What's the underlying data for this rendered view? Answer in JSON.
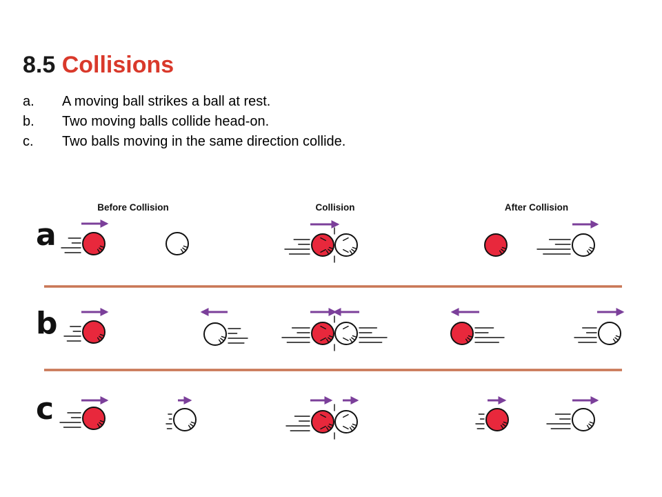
{
  "slide": {
    "section_number": "8.5",
    "section_title": "Collisions",
    "items": [
      {
        "letter": "a.",
        "text": "A moving ball strikes a ball at rest."
      },
      {
        "letter": "b.",
        "text": "Two moving balls collide head-on."
      },
      {
        "letter": "c.",
        "text": "Two balls moving in the same direction collide."
      }
    ]
  },
  "figure": {
    "column_headers": [
      "Before Collision",
      "Collision",
      "After Collision"
    ],
    "row_labels": [
      "a",
      "b",
      "c"
    ],
    "colors": {
      "red_ball": "#e8283c",
      "white_ball": "#ffffff",
      "arrow": "#7b3f9a",
      "divider": "#c97655",
      "outline": "#111111",
      "title_accent": "#d9392b"
    }
  }
}
